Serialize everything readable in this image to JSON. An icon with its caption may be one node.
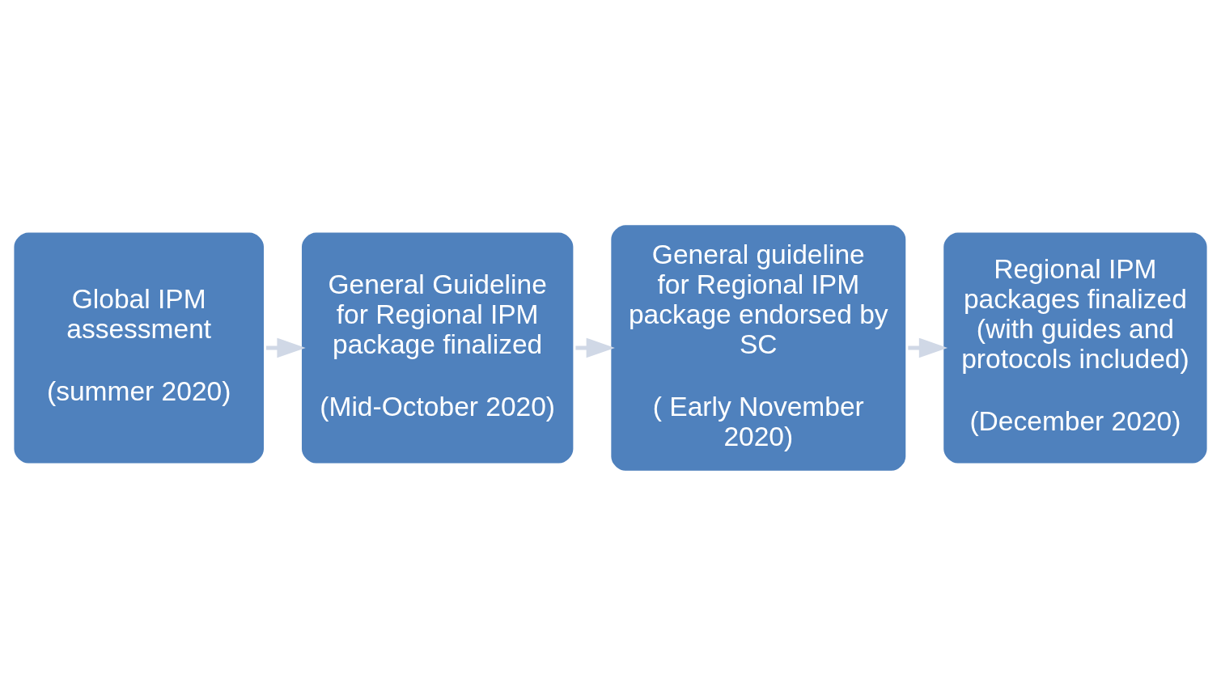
{
  "diagram": {
    "nodes": [
      {
        "text": [
          "Global IPM assessment",
          "(summer 2020)"
        ]
      },
      {
        "text": [
          "General Guideline for Regional IPM package finalized",
          "(Mid-October 2020)"
        ]
      },
      {
        "text": [
          "General guideline for Regional IPM package endorsed by SC",
          "( Early November 2020)"
        ]
      },
      {
        "text": [
          "Regional IPM packages finalized (with guides and protocols included)",
          "(December 2020)"
        ]
      }
    ],
    "edges": [
      {
        "from": 0,
        "to": 1,
        "arrow": "to",
        "color": "#d0d8e6"
      },
      {
        "from": 1,
        "to": 2,
        "arrow": "to",
        "color": "#d0d8e6"
      },
      {
        "from": 2,
        "to": 3,
        "arrow": "to",
        "color": "#d0d8e6"
      }
    ]
  }
}
